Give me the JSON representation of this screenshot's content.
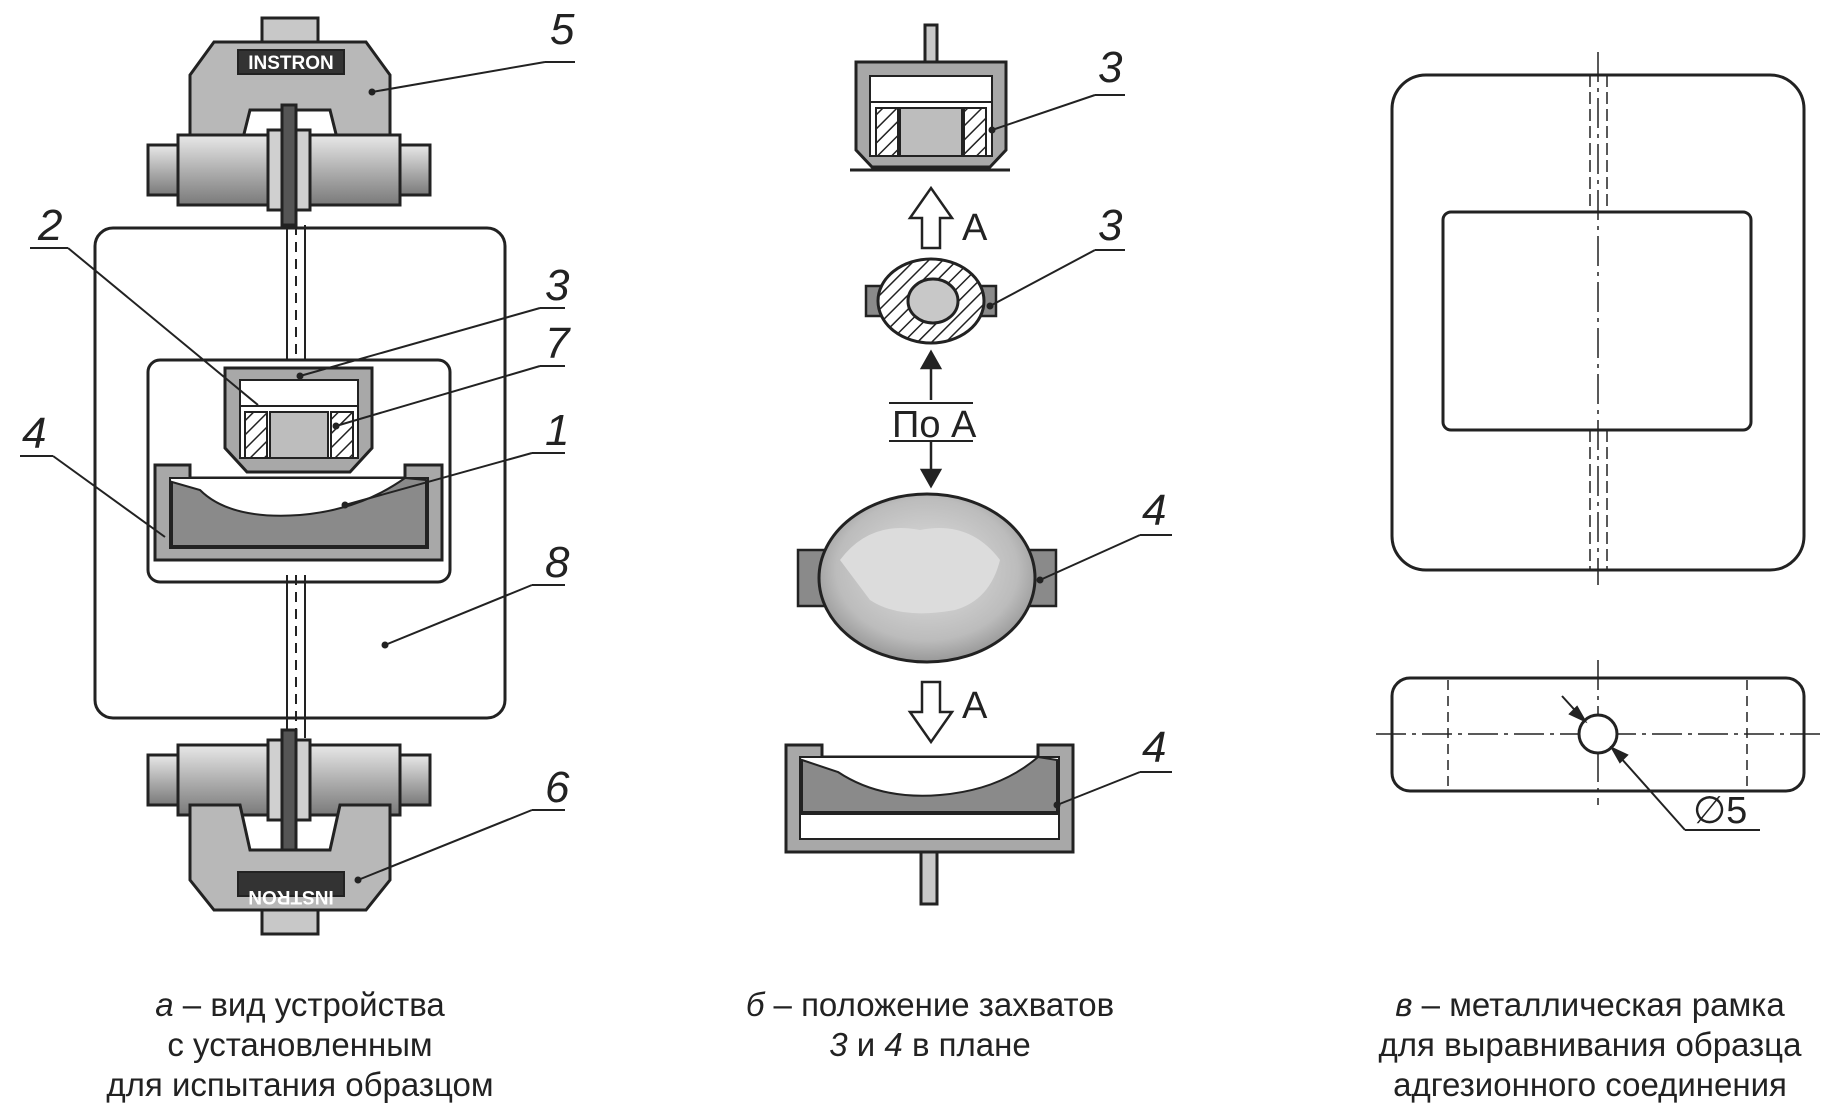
{
  "panel_a": {
    "brand_top": "INSTRON",
    "brand_bottom": "INSTRON",
    "labels": {
      "n1": "1",
      "n2": "2",
      "n3": "3",
      "n4": "4",
      "n5": "5",
      "n6": "6",
      "n7": "7",
      "n8": "8"
    },
    "caption": {
      "letter": "а",
      "line1_rest": " – вид устройства",
      "line2": "с установленным",
      "line3": "для испытания образцом"
    }
  },
  "panel_b": {
    "labels": {
      "n3_top": "3",
      "n3_mid": "3",
      "n4_mid": "4",
      "n4_bot": "4"
    },
    "arrow_top": "A",
    "arrow_bottom": "A",
    "view_label": "По А",
    "caption": {
      "letter": "б",
      "line1_rest": " – положение захватов",
      "n3": "3",
      "and": " и ",
      "n4": "4",
      "line2_rest": " в плане"
    }
  },
  "panel_c": {
    "diameter": "∅5",
    "caption": {
      "letter": "в",
      "line1_rest": " – металлическая рамка",
      "line2": "для выравнивания образца",
      "line3": "адгезионного соединения"
    }
  },
  "colors": {
    "line": "#222222",
    "grip_fill": "#a8a8a8",
    "grip_light": "#c8c8c8",
    "sample_fill": "#8a8a8a",
    "specimen_light": "#d6d6d6"
  }
}
